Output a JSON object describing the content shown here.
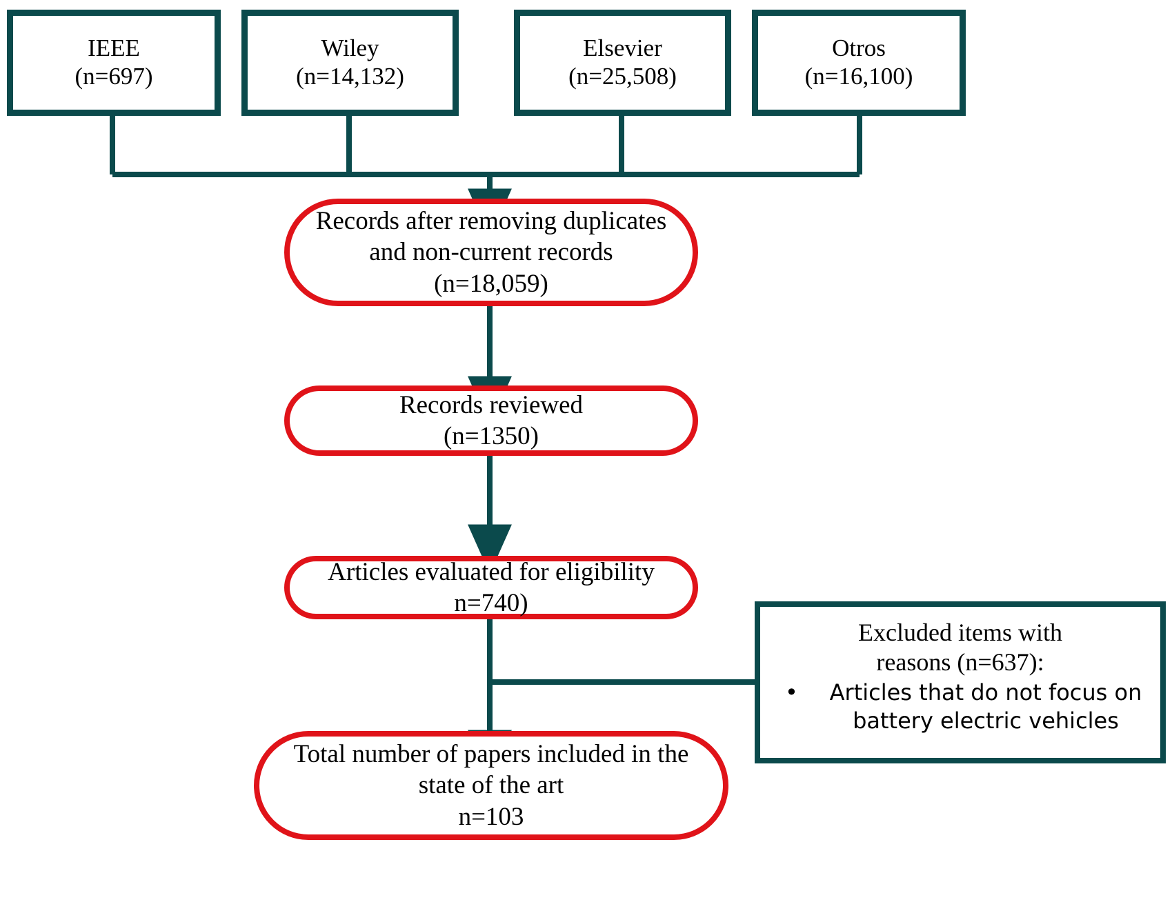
{
  "diagram": {
    "type": "prisma-flow-diagram",
    "colors": {
      "source_border": "#0B4A4C",
      "stage_border": "#E01319",
      "connector": "#0B4A4C",
      "text": "#000000",
      "background": "#FFFFFF"
    },
    "sources": [
      {
        "name": "IEEE",
        "count_label": "(n=697)",
        "n": 697
      },
      {
        "name": "Wiley",
        "count_label": "(n=14,132)",
        "n": 14132
      },
      {
        "name": "Elsevier",
        "count_label": "(n=25,508)",
        "n": 25508
      },
      {
        "name": "Otros",
        "count_label": "(n=16,100)",
        "n": 16100
      }
    ],
    "stages": [
      {
        "id": "after-duplicates",
        "lines": [
          "Records after removing duplicates",
          "and non-current records",
          "(n=18,059)"
        ],
        "n": 18059
      },
      {
        "id": "records-reviewed",
        "lines": [
          "Records reviewed",
          "(n=1350)"
        ],
        "n": 1350
      },
      {
        "id": "eligibility",
        "lines": [
          "Articles evaluated for eligibility",
          "n=740)"
        ],
        "n": 740
      },
      {
        "id": "included",
        "lines": [
          "Total number of papers included in the",
          "state of the art",
          "n=103"
        ],
        "n": 103
      }
    ],
    "excluded": {
      "heading_lines": [
        "Excluded items with",
        "reasons (n=637):"
      ],
      "n": 637,
      "bullet_marker": "•",
      "reasons": [
        "Articles that do not focus on battery electric vehicles"
      ]
    }
  }
}
